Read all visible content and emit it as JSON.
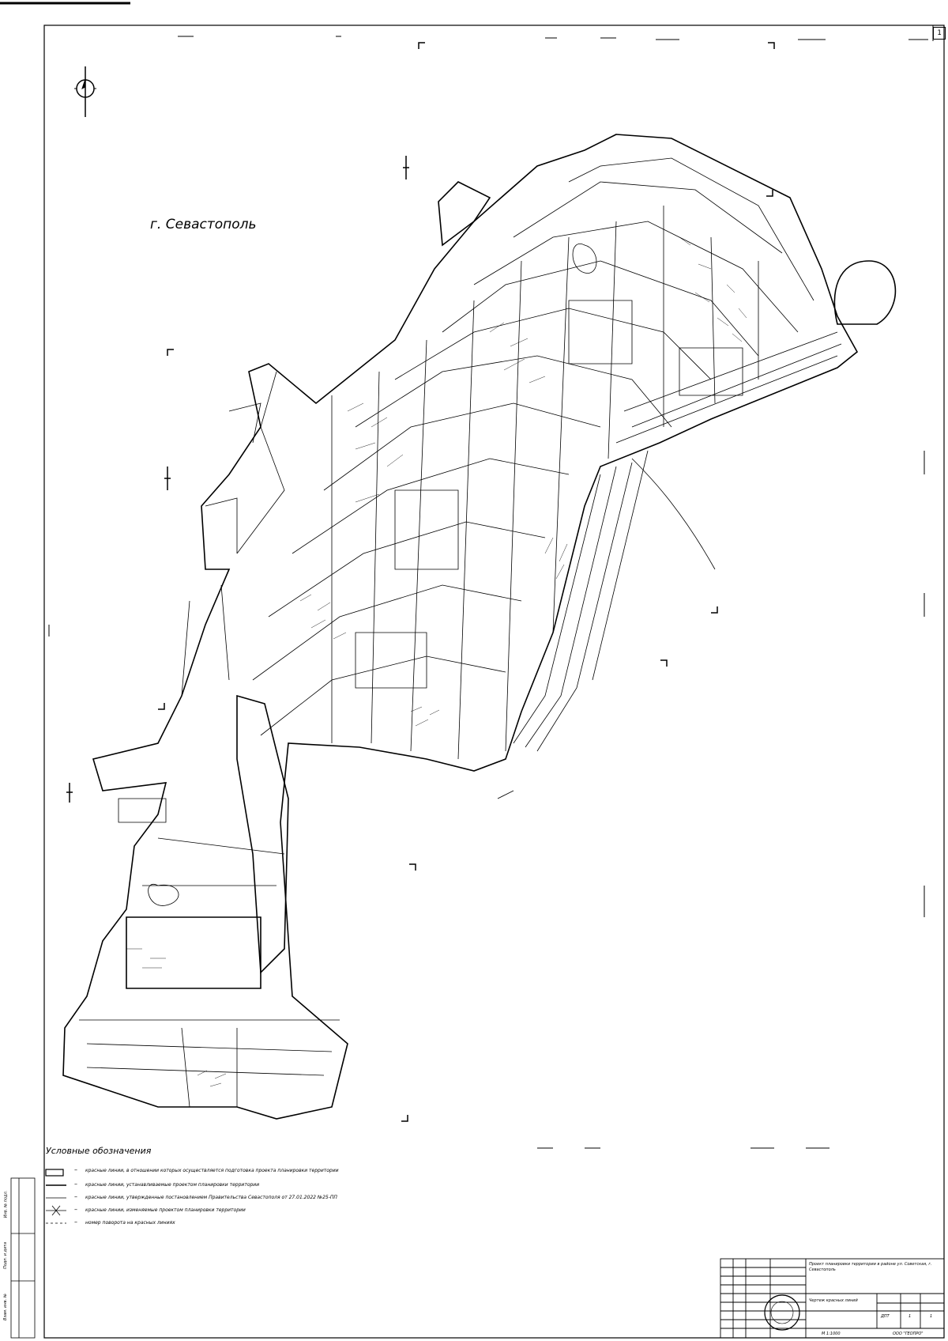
{
  "map": {
    "place_label": "г. Севастополь",
    "sheet_number": "1",
    "north_arrow": "north-arrow-icon"
  },
  "legend": {
    "title": "Условные обозначения",
    "items": [
      {
        "symbol": "rectangle",
        "text": "красные линии, в отношении которых осуществляется подготовка проекта планировки территории"
      },
      {
        "symbol": "solid-line",
        "text": "красные линии, устанавливаемые проектом планировки территории"
      },
      {
        "symbol": "thin-line",
        "text": "красные линии, утвержденные постановлением Правительства Севастополя от 27.01.2022 №25-ПП"
      },
      {
        "symbol": "cross-line",
        "text": "красные линии, изменяемые проектом планировки территории"
      },
      {
        "symbol": "dash-line",
        "text": "номер поворота на красных линиях"
      }
    ]
  },
  "title_block": {
    "project_text": "Проект планировки территории в районе ул. Советская, г. Севастополь",
    "sheet_title": "Чертеж красных линий",
    "stage": "ДПТ",
    "sheet": "1",
    "sheets": "1",
    "scale": "М 1:1000",
    "org": "ООО \"ГЕОПРО\""
  },
  "side_stamp": {
    "labels": [
      "Инв. № подл.",
      "Подп. и дата",
      "Взам. инв. №"
    ]
  }
}
